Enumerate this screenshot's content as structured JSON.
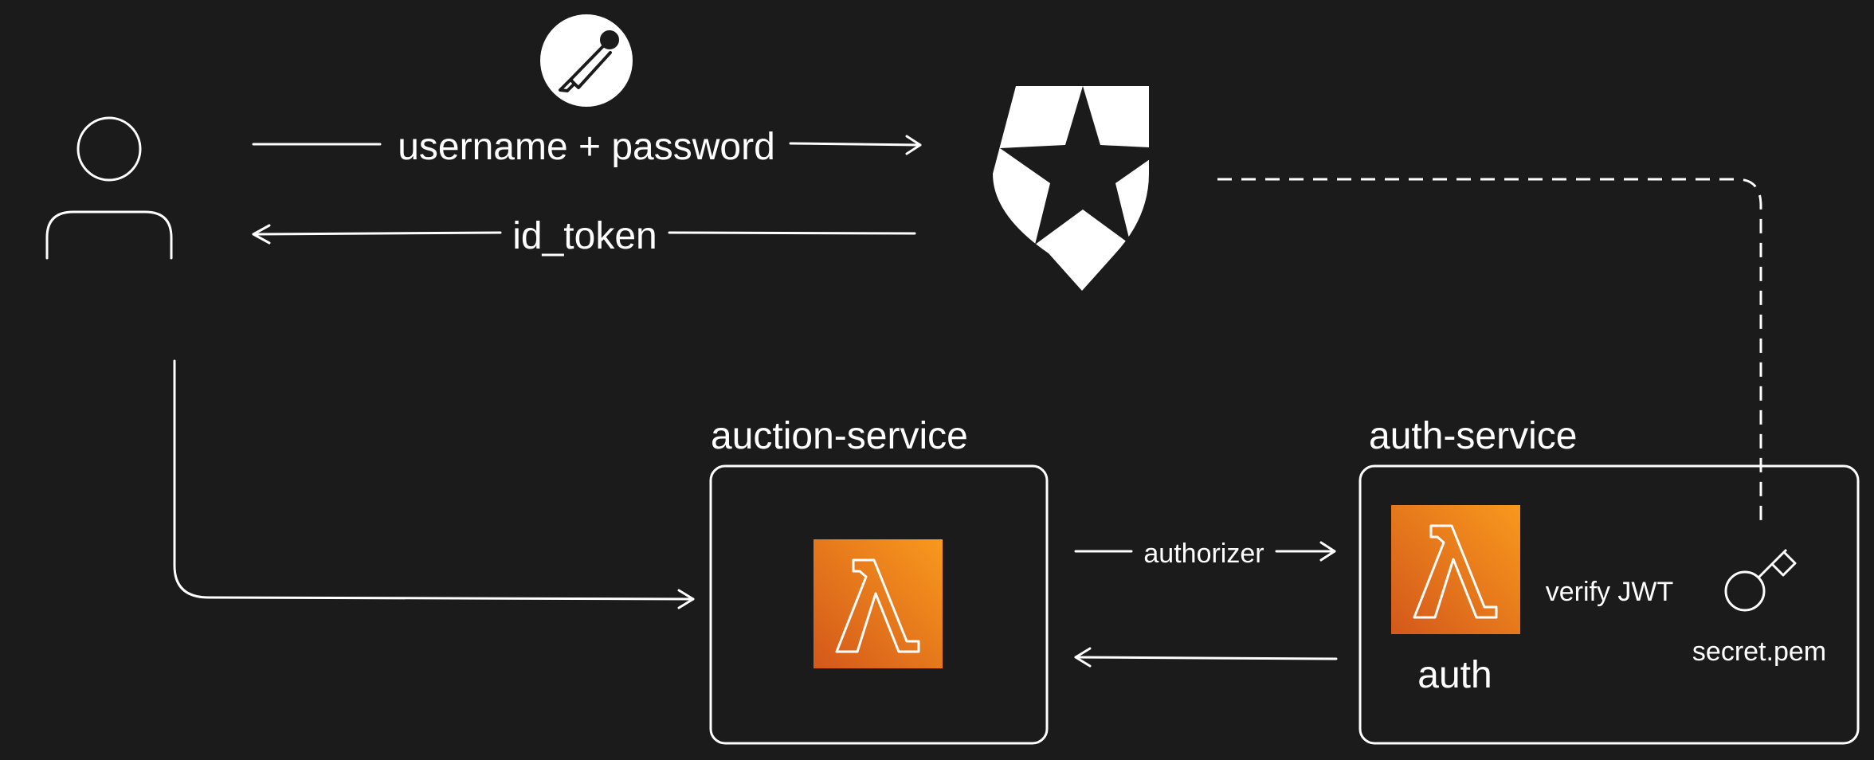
{
  "colors": {
    "background": "#1b1b1b",
    "stroke": "#ffffff",
    "lambda_light": "#f8991d",
    "lambda_dark": "#d4581b"
  },
  "icons": {
    "user": "user-icon",
    "postman": "postman-icon",
    "auth0": "auth0-icon",
    "lambda": "aws-lambda-icon",
    "key": "key-icon"
  },
  "arrows": {
    "credentials_label": "username + password",
    "token_label": "id_token",
    "authorizer_label": "authorizer"
  },
  "auction_service": {
    "title": "auction-service"
  },
  "auth_service": {
    "title": "auth-service",
    "function_label": "auth",
    "verify_label": "verify JWT",
    "secret_label": "secret.pem"
  }
}
